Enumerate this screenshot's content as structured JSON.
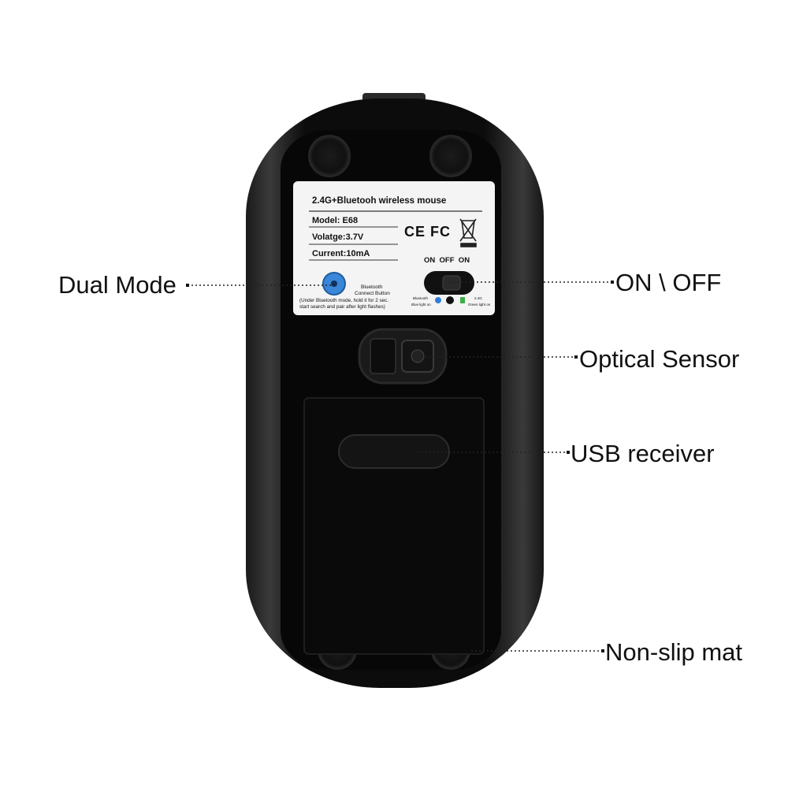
{
  "callouts": {
    "dual_mode": "Dual Mode",
    "on_off": "ON \\ OFF",
    "optical_sensor": "Optical Sensor",
    "usb_receiver": "USB receiver",
    "non_slip_mat": "Non-slip mat"
  },
  "sticker": {
    "title": "2.4G+Bluetooh wireless mouse",
    "model": "Model: E68",
    "voltage": "Volatge:3.7V",
    "current": "Current:10mA",
    "certifications": "CE FC",
    "switch_positions": "ON  OFF  ON",
    "button_label_line1": "Bluetooth",
    "button_label_line2": "Connect Button",
    "instructions_line1": "(Under Bluetooth mode, hold it for 2 sec.",
    "instructions_line2": "start search and pair after light flashes)",
    "bt_indicator_label": "Bluetooth",
    "bt_indicator_sub": "Blue light on",
    "g24_indicator_label": "2.4G",
    "g24_indicator_sub": "Green light on"
  },
  "colors": {
    "background": "#ffffff",
    "mouse_body": "#0b0b0b",
    "sticker": "#f4f4f4",
    "button_blue": "#3a86d8",
    "bluetooth_light": "#2f7fd6",
    "green_light": "#3fae4a"
  }
}
